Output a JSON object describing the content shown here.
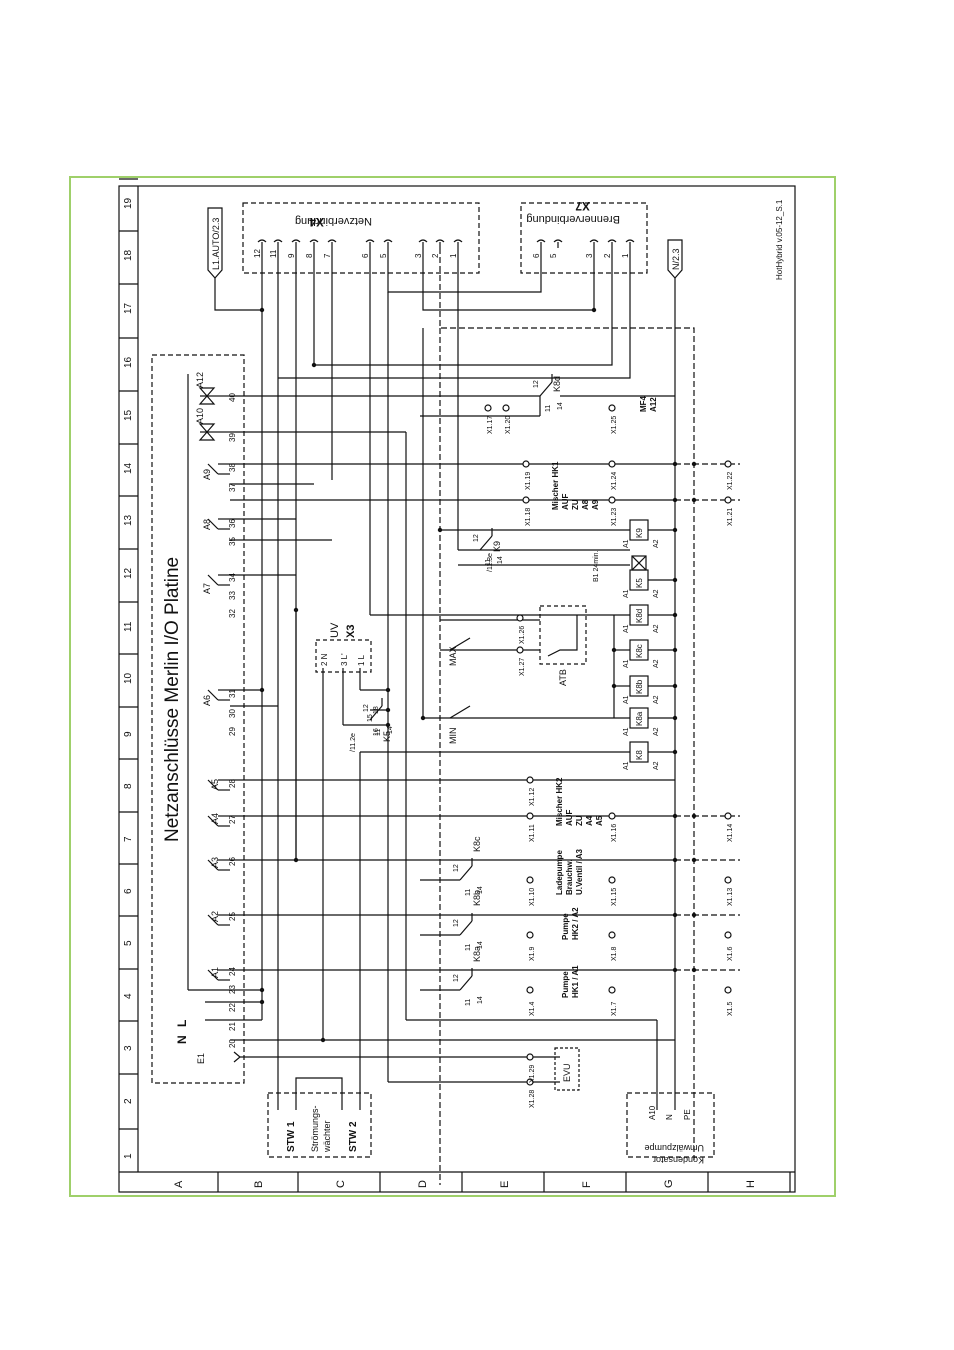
{
  "colors": {
    "frame": "#9fd06a",
    "ink": "#111111"
  },
  "title": "Netzanschlüsse Merlin I/O Platine",
  "version": "HotHybrid v.05-12_S.1",
  "grid_numbers": [
    "1",
    "2",
    "3",
    "4",
    "5",
    "6",
    "7",
    "8",
    "9",
    "10",
    "11",
    "12",
    "13",
    "14",
    "15",
    "16",
    "17",
    "18",
    "19"
  ],
  "grid_letters": [
    "A",
    "B",
    "C",
    "D",
    "E",
    "F",
    "G",
    "H"
  ],
  "x4": {
    "label": "X4",
    "name": "Netzverbindung",
    "pins": [
      "12",
      "11",
      "9",
      "8",
      "7",
      "6",
      "5",
      "3",
      "2",
      "1"
    ]
  },
  "x7": {
    "label": "X7",
    "name": "Brennerverbindung",
    "pins": [
      "6",
      "5",
      "3",
      "2",
      "1"
    ]
  },
  "refs": {
    "l1": "L1.AUTO/2.3",
    "n2": "N/2.3"
  },
  "mains": {
    "n": "N",
    "l": "L",
    "e1": "E1"
  },
  "uv_x3": {
    "title_uv": "UV",
    "title_x3": "X3",
    "pins": [
      "N",
      "L'",
      "L"
    ],
    "nums": [
      "2",
      "3",
      "1"
    ]
  },
  "relays": [
    "A1",
    "A2",
    "A3",
    "A4",
    "A5",
    "A6",
    "A7",
    "A8",
    "A9",
    "A10",
    "A12"
  ],
  "relay_terminals": [
    "20",
    "21",
    "22",
    "23",
    "24",
    "25",
    "26",
    "27",
    "28",
    "29",
    "30",
    "31",
    "32",
    "33",
    "34",
    "35",
    "36",
    "37",
    "38",
    "39",
    "40"
  ],
  "contacts": {
    "k8a": "K8a",
    "k8b": "K8b",
    "k8c": "K8c",
    "k8d": "K8d",
    "k9": "K9",
    "k5": "K5",
    "k5_ref": "/11.2e",
    "k9_ref": "/11.3e",
    "min": "MIN",
    "max": "MAX",
    "atb": "ATB",
    "evu": "EVU"
  },
  "contact_pins": {
    "c11": "11",
    "c12": "12",
    "c14": "14",
    "c15": "15",
    "c16": "16",
    "c18": "18"
  },
  "coils": [
    "K8",
    "K8a",
    "K8b",
    "K8c",
    "K8d",
    "K5",
    "K9"
  ],
  "coil_pins": {
    "a1": "A1",
    "a2": "A2",
    "b1": "B1 24min."
  },
  "terminals_x1": [
    "X1.4",
    "X1.9",
    "X1.10",
    "X1.11",
    "X1.12",
    "X1.17",
    "X1.20",
    "X1.25",
    "X1.19",
    "X1.18",
    "X1.26",
    "X1.27",
    "X1.28",
    "X1.29",
    "X1.7",
    "X1.8",
    "X1.15",
    "X1.16",
    "X1.24",
    "X1.23",
    "X1.5",
    "X1.6",
    "X1.13",
    "X1.14",
    "X1.21",
    "X1.22"
  ],
  "loads": {
    "pumpe_hk1": [
      "Pumpe",
      "HK1 / A1"
    ],
    "pumpe_hk2": [
      "Pumpe",
      "HK2 / A2"
    ],
    "ladepumpe": [
      "Ladepumpe",
      "Brauchw.",
      "U.Ventil / A3"
    ],
    "mischer_hk2": [
      "Mischer HK2",
      "AUF",
      "ZU",
      "A4",
      "A5"
    ],
    "mischer_hk1": [
      "Mischer HK1",
      "AUF",
      "ZU",
      "A8",
      "A9"
    ],
    "mf4": [
      "MF4",
      "A12"
    ]
  },
  "stw": {
    "stw1": "STW 1",
    "stw2": "STW 2",
    "stroemung": [
      "Strömungs-",
      "wächter"
    ]
  },
  "umwalz": {
    "lines": [
      "Umwälzpumpe",
      "Kondensator"
    ],
    "a10": "A10",
    "n": "N",
    "pe": "PE"
  }
}
